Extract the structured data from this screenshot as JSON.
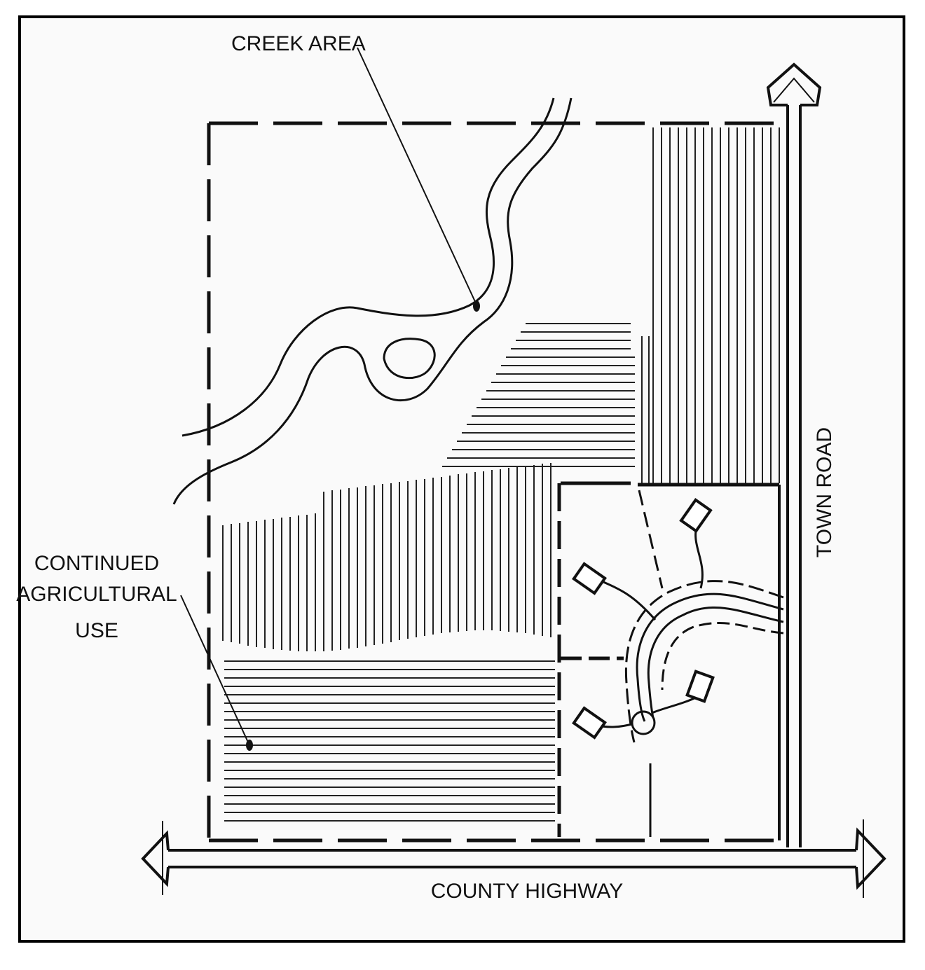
{
  "labels": {
    "creek_area": "CREEK AREA",
    "continued_line1": "CONTINUED",
    "continued_line2": "AGRICULTURAL",
    "continued_line3": "USE",
    "town_road": "TOWN ROAD",
    "county_highway": "COUNTY HIGHWAY"
  },
  "colors": {
    "ink": "#111111",
    "paper": "#fafafa",
    "frame": "#000000"
  }
}
